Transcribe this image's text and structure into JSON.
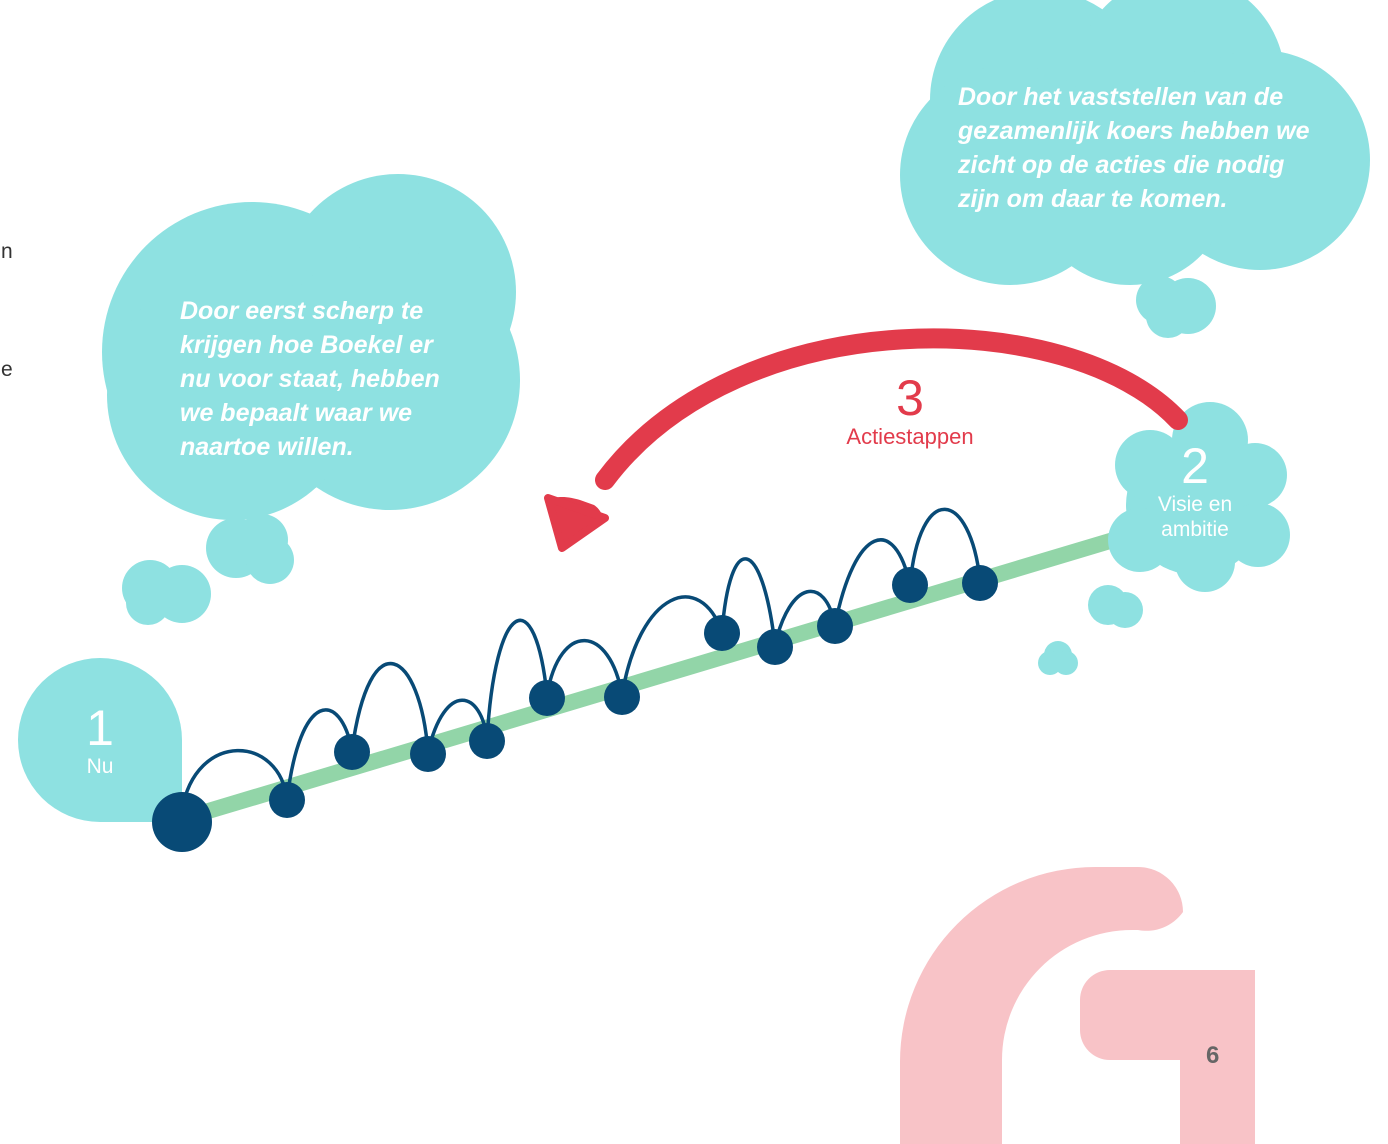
{
  "colors": {
    "cloud": "#8ee1e1",
    "path": "#92d5a8",
    "dot": "#084a76",
    "arrow": "#e23b4b",
    "logo": "#f8c3c7"
  },
  "edge_fragments": [
    "n",
    "e"
  ],
  "thought_left": {
    "lines": [
      "Door eerst scherp te",
      "krijgen hoe Boekel er",
      "nu voor staat, hebben",
      "we bepaalt waar we",
      "naartoe willen."
    ]
  },
  "thought_right": {
    "lines": [
      "Door het vaststellen van de",
      "gezamenlijk koers hebben we",
      "zicht op de acties die nodig",
      "zijn om daar te komen."
    ]
  },
  "step1": {
    "number": "1",
    "label": "Nu"
  },
  "step2": {
    "number": "2",
    "label_line1": "Visie en",
    "label_line2": "ambitie"
  },
  "step3": {
    "number": "3",
    "label": "Actiestappen"
  },
  "page_number": "6"
}
